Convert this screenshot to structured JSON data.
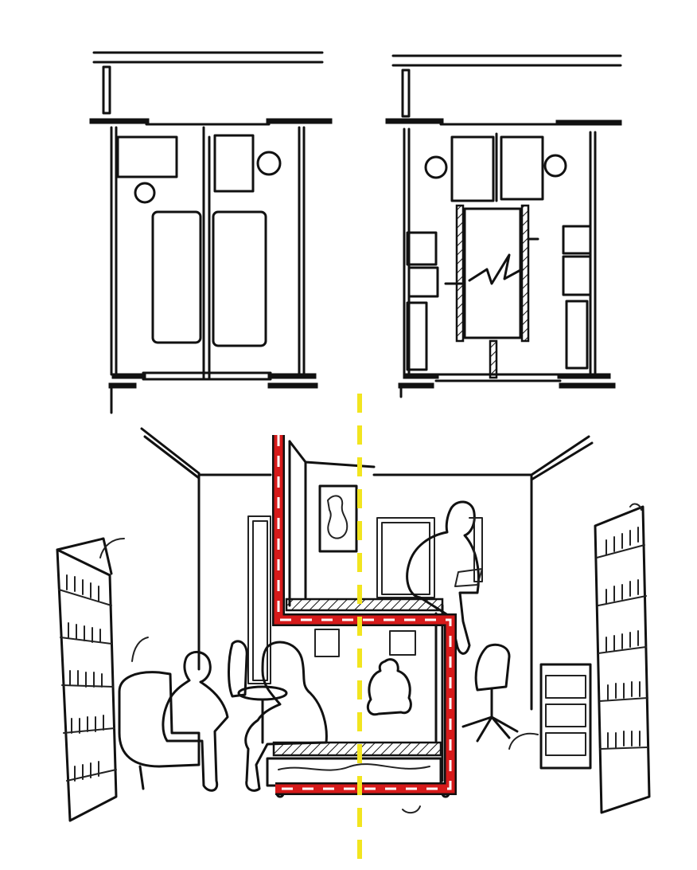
{
  "colors": {
    "ink": "#111111",
    "paper": "#ffffff",
    "section_path": "#d61a1a",
    "section_path_dash": "#ffffff",
    "axis_line": "#f2e51f"
  },
  "plans": [
    {
      "name": "plan-before",
      "layout": "two-separate-rooms"
    },
    {
      "name": "plan-after",
      "layout": "rooms-with-shared-loft-bunk"
    }
  ],
  "section": {
    "name": "interior-perspective"
  }
}
